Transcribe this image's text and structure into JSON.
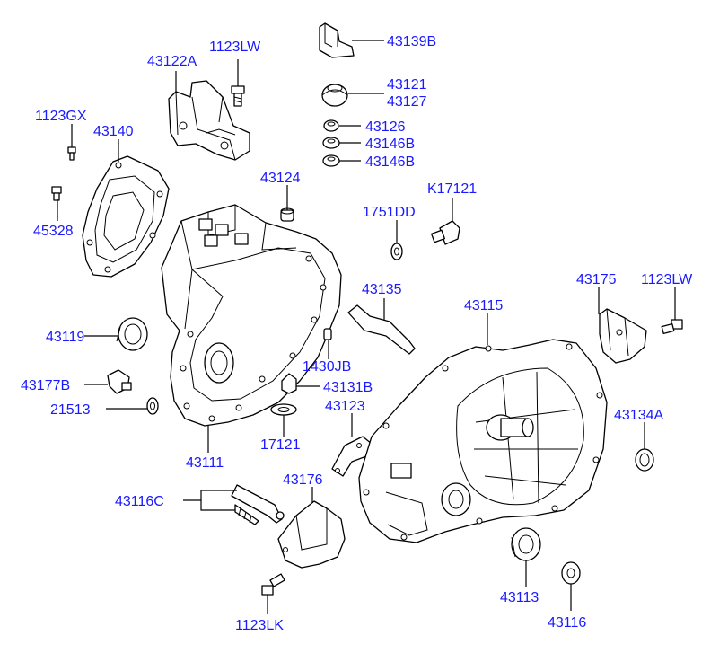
{
  "labels": {
    "p43139B": "43139B",
    "p1123LW_top": "1123LW",
    "p43122A": "43122A",
    "p43121": "43121",
    "p43127": "43127",
    "p43126": "43126",
    "p43146B_1": "43146B",
    "p43146B_2": "43146B",
    "p1123GX": "1123GX",
    "p43140": "43140",
    "p45328": "45328",
    "p43124": "43124",
    "pK17121": "K17121",
    "p1751DD": "1751DD",
    "p43135": "43135",
    "p43115": "43115",
    "p43175": "43175",
    "p1123LW_right": "1123LW",
    "p43119": "43119",
    "p1430JB": "1430JB",
    "p43177B": "43177B",
    "p43131B": "43131B",
    "p21513": "21513",
    "p43123": "43123",
    "p43134A": "43134A",
    "p17121": "17121",
    "p43111": "43111",
    "p43176": "43176",
    "p43116C": "43116C",
    "p43113": "43113",
    "p43116": "43116",
    "p1123LK": "1123LK"
  },
  "colors": {
    "label": "#1a1aff",
    "line": "#000000",
    "background": "#ffffff"
  }
}
